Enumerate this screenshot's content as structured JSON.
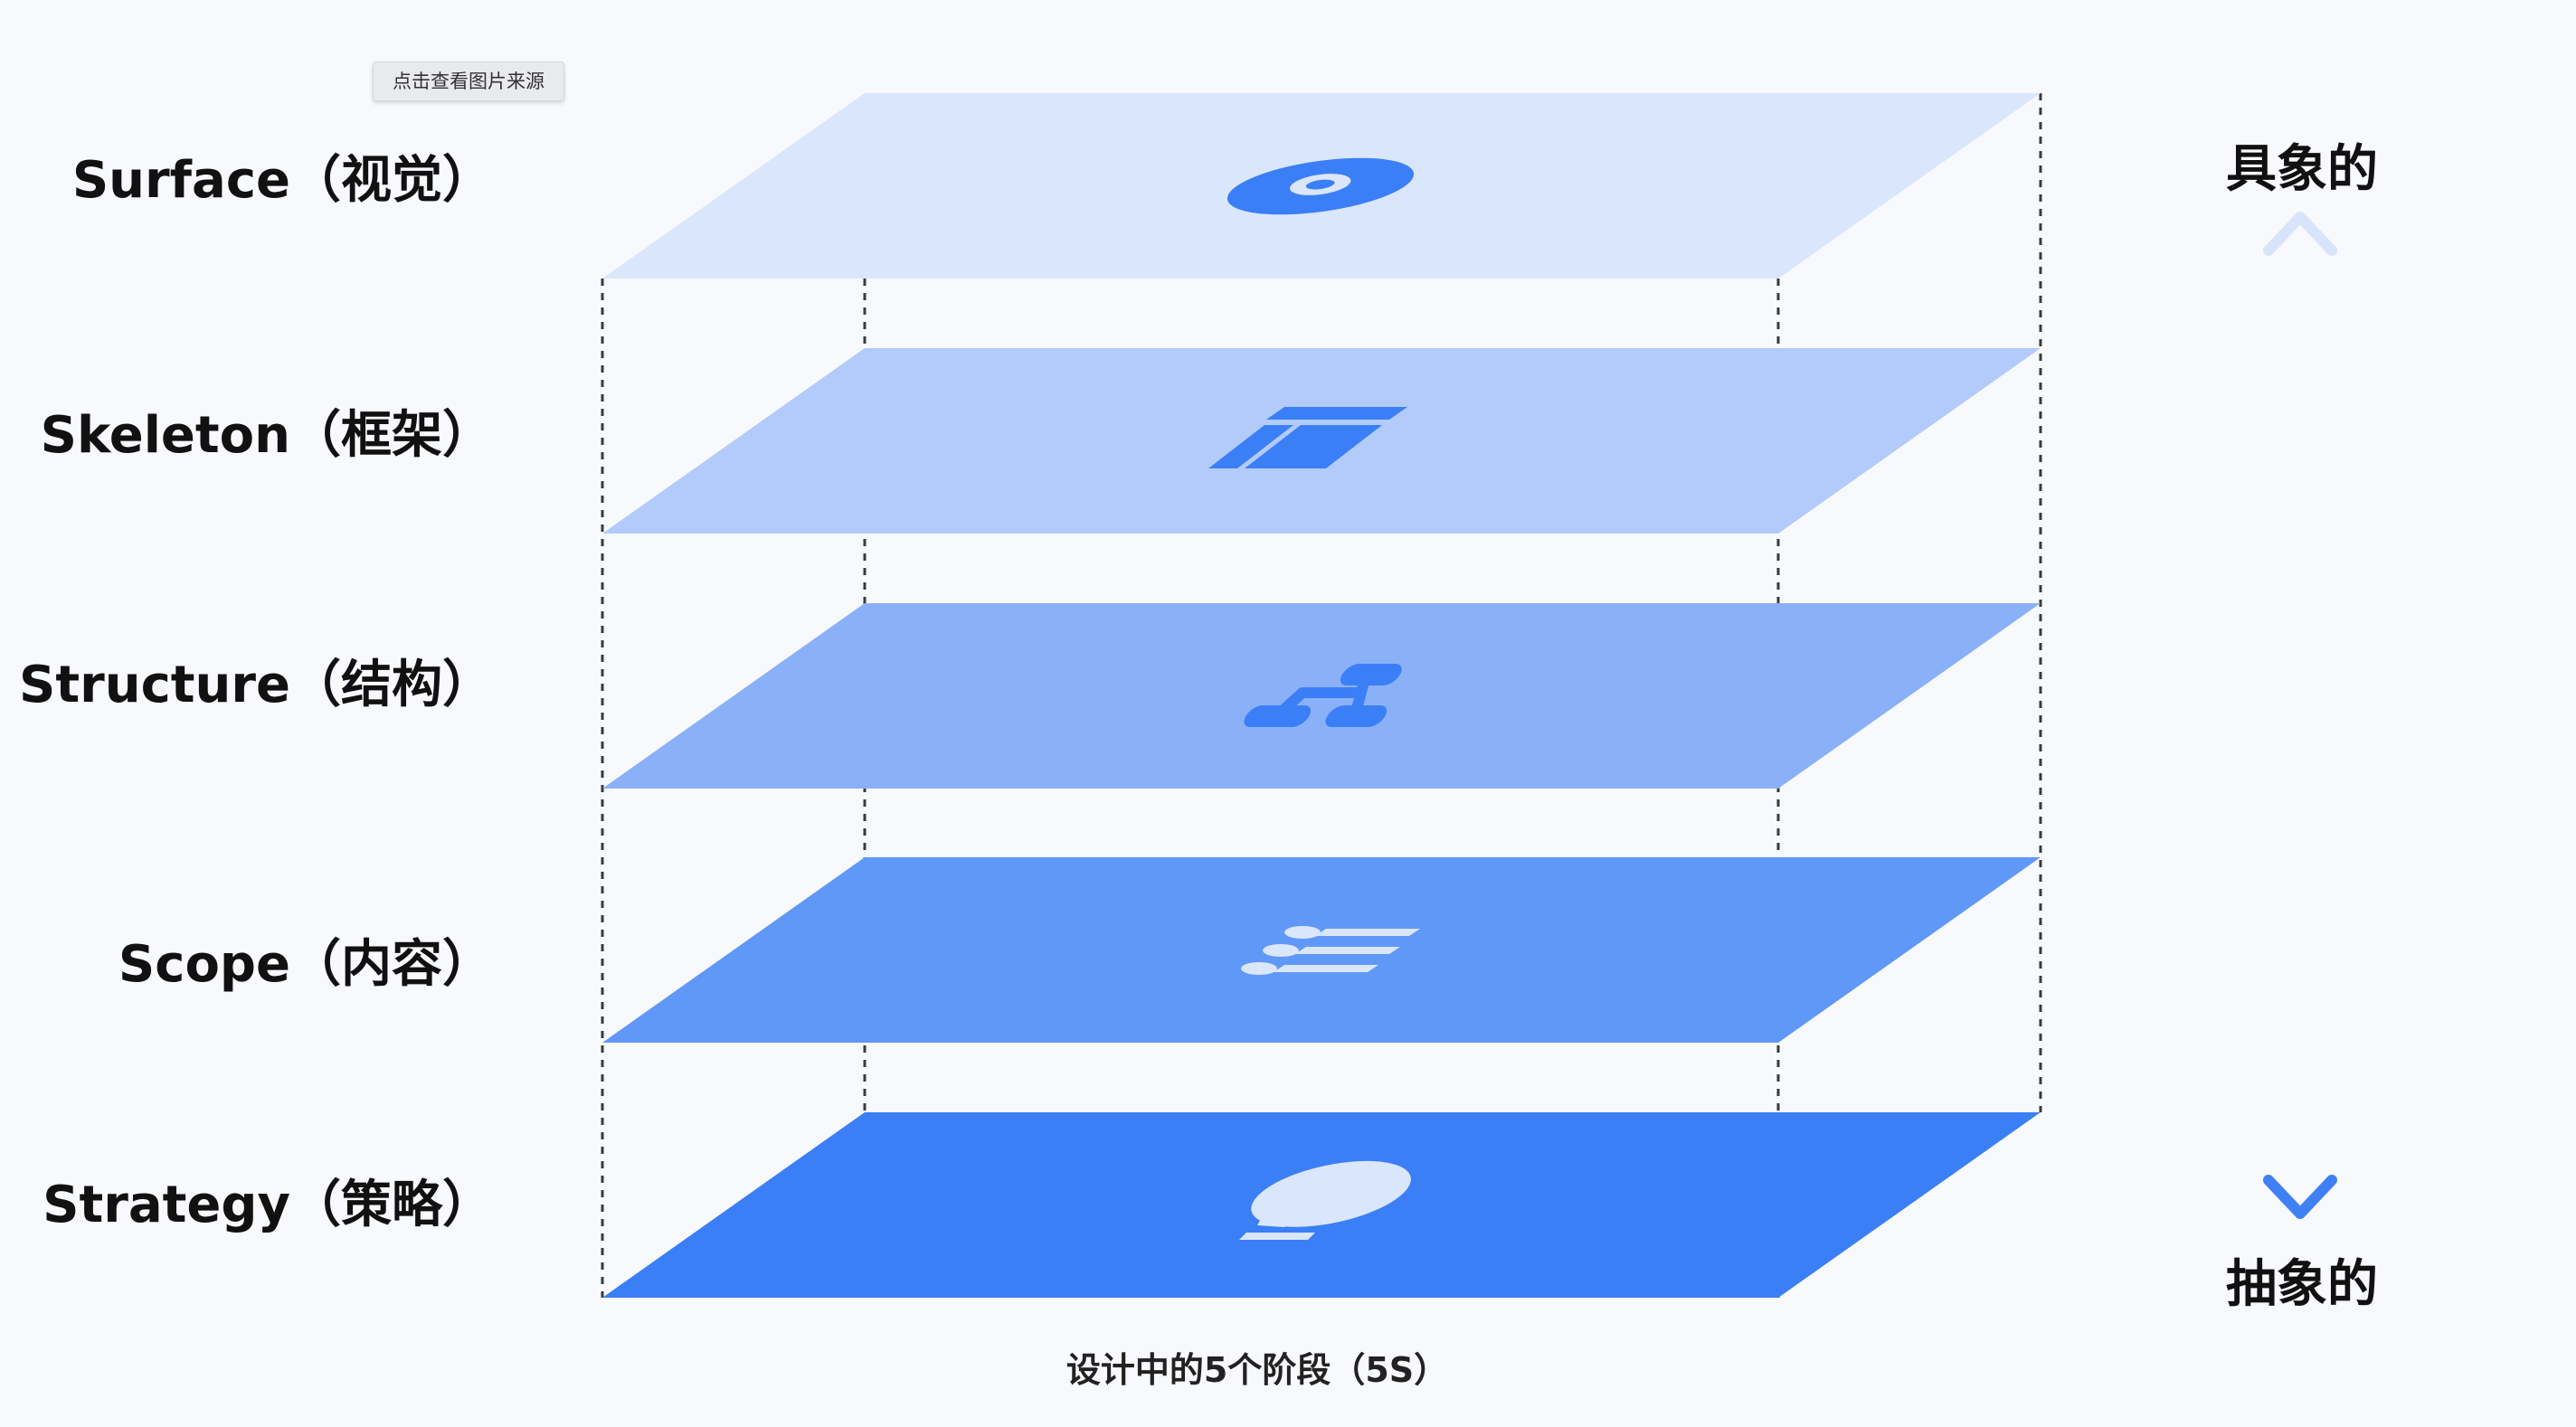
{
  "source_link": {
    "label": "点击查看图片来源"
  },
  "layers": [
    {
      "id": "surface",
      "label": "Surface（视觉）",
      "color": "#dae6fc",
      "icon": "eye-icon"
    },
    {
      "id": "skeleton",
      "label": "Skeleton（框架）",
      "color": "#b3cbfa",
      "icon": "layout-icon"
    },
    {
      "id": "structure",
      "label": "Structure（结构）",
      "color": "#8ab0f8",
      "icon": "flow-icon"
    },
    {
      "id": "scope",
      "label": "Scope（内容）",
      "color": "#6098f7",
      "icon": "list-icon"
    },
    {
      "id": "strategy",
      "label": "Strategy（策略）",
      "color": "#3b7ff6",
      "icon": "lightbulb-icon"
    }
  ],
  "axis": {
    "top_label": "具象的",
    "bottom_label": "抽象的",
    "arrow_color_top": "#d8e4fa",
    "arrow_color_bottom": "#3f80f5"
  },
  "icon_color_dark": "#3b7ff6",
  "icon_color_light": "#dae6fc",
  "caption": "设计中的5个阶段（5S）"
}
